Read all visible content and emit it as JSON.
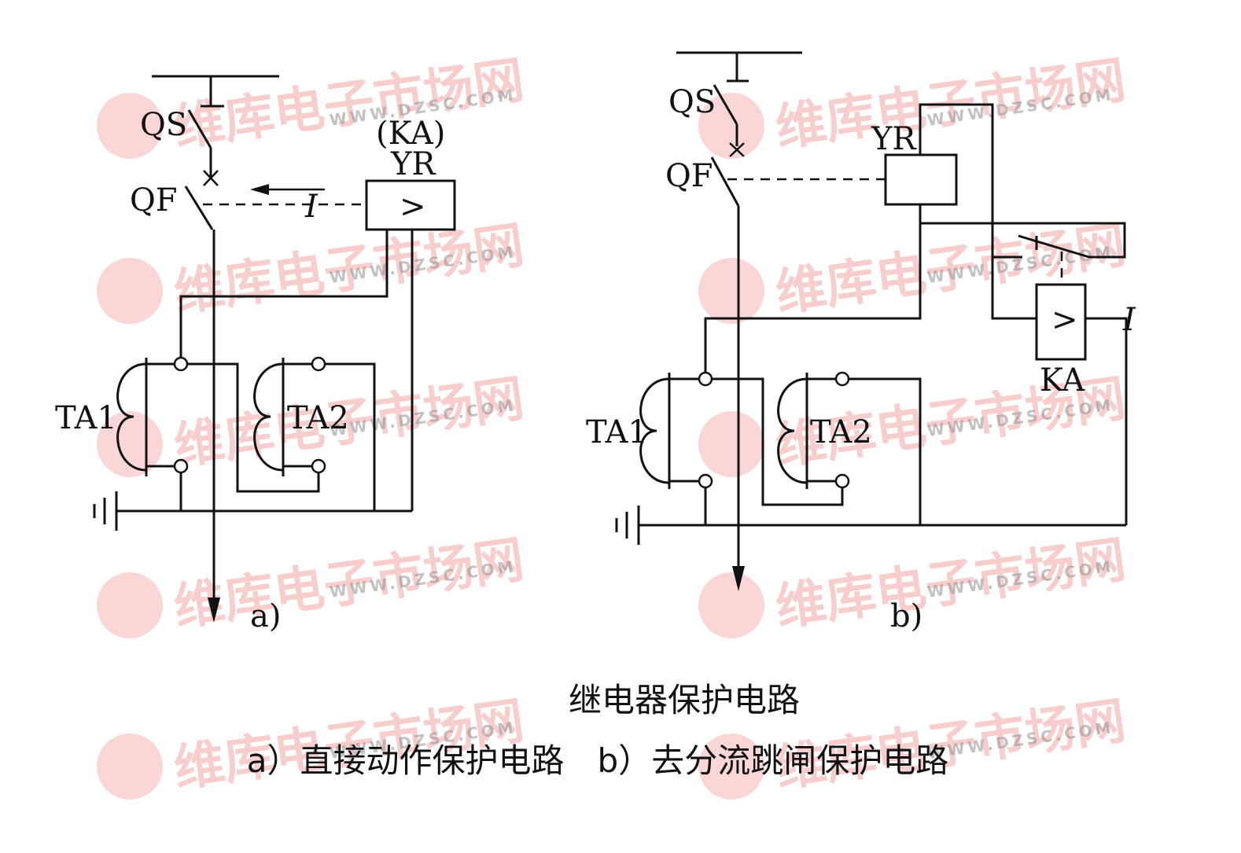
{
  "diagram_a": {
    "label_qs": "QS",
    "label_qf": "QF",
    "label_ka_paren": "(KA)",
    "label_yr": "YR",
    "label_relay_symbol": ">",
    "label_current": "I",
    "label_ta1": "TA1",
    "label_ta2": "TA2",
    "sub_label": "a)"
  },
  "diagram_b": {
    "label_qs": "QS",
    "label_qf": "QF",
    "label_yr": "YR",
    "label_ka": "KA",
    "label_relay_symbol": ">",
    "label_current": "I",
    "label_ta1": "TA1",
    "label_ta2": "TA2",
    "sub_label": "b)"
  },
  "caption": {
    "title": "继电器保护电路",
    "subtitle": "a）直接动作保护电路　b）去分流跳闸保护电路"
  },
  "watermark": {
    "cn": "维库电子市场网",
    "en": "WWW.DZSC.COM",
    "color": "#f4a7a3"
  }
}
